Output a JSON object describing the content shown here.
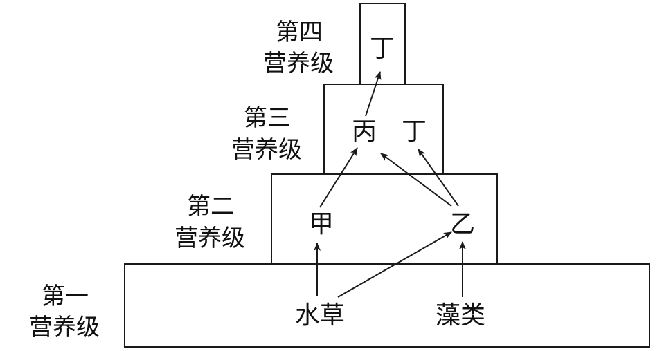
{
  "levels": [
    {
      "line1": "第一",
      "line2": "营养级"
    },
    {
      "line1": "第二",
      "line2": "营养级"
    },
    {
      "line1": "第三",
      "line2": "营养级"
    },
    {
      "line1": "第四",
      "line2": "营养级"
    }
  ],
  "nodes": {
    "shuicao": "水草",
    "zaolei": "藻类",
    "jia": "甲",
    "yi": "乙",
    "bing": "丙",
    "ding_level3": "丁",
    "ding_level4": "丁"
  },
  "edges": [
    {
      "from": "水草",
      "to": "甲"
    },
    {
      "from": "水草",
      "to": "乙"
    },
    {
      "from": "藻类",
      "to": "乙"
    },
    {
      "from": "甲",
      "to": "丙"
    },
    {
      "from": "乙",
      "to": "丙"
    },
    {
      "from": "乙",
      "to": "丁"
    },
    {
      "from": "丙",
      "to": "丁 (第四营养级)"
    }
  ]
}
